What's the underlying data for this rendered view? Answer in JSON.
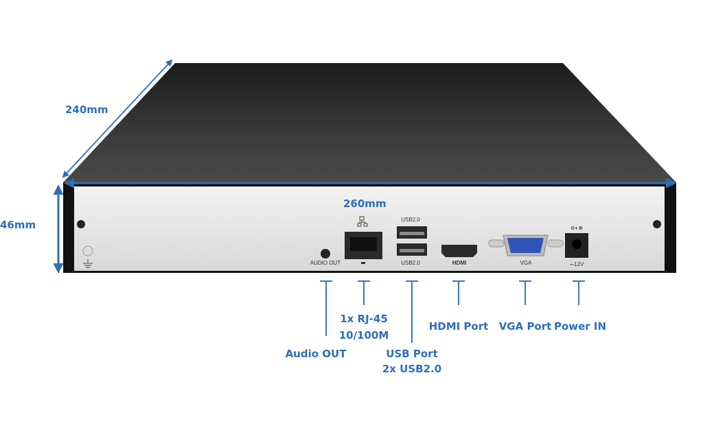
{
  "dimensions": {
    "depth": "240mm",
    "width": "260mm",
    "height": "46mm"
  },
  "panel_labels": {
    "audio": "AUDIO OUT",
    "usb_top": "USB2.0",
    "usb_bottom": "USB2.0",
    "hdmi": "HDMI",
    "vga": "VGA",
    "power": "⎓12V"
  },
  "callouts": {
    "audio_out": "Audio OUT",
    "rj45_line1": "1x RJ-45",
    "rj45_line2": "10/100M",
    "usb_line1": "USB Port",
    "usb_line2": "2x USB2.0",
    "hdmi": "HDMI Port",
    "vga": "VGA Port",
    "power": "Power IN"
  },
  "colors": {
    "accent": "#2e6fb7",
    "case_top": "#2b2b2b",
    "panel": "#e6e6e6"
  }
}
